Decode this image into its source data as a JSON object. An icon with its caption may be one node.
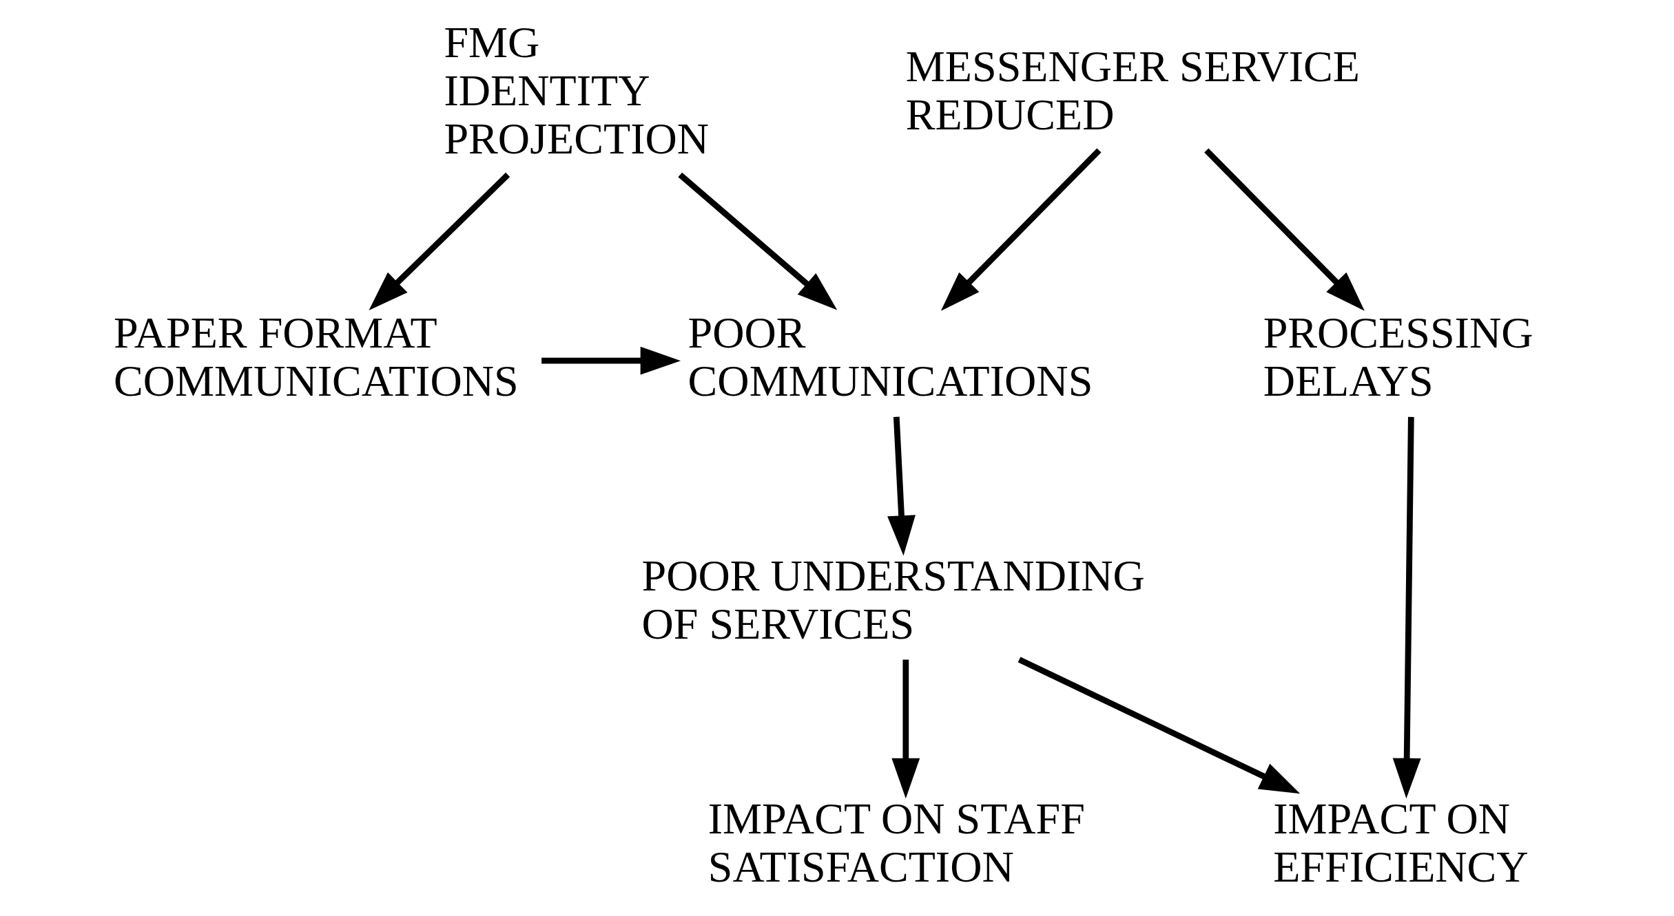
{
  "diagram": {
    "nodes": [
      {
        "text": [
          "FMG IDENTITY PROJECTION"
        ]
      },
      {
        "text": [
          "MESSENGER SERVICE REDUCED"
        ]
      },
      {
        "text": [
          "POOR COMMUNICATIONS"
        ]
      },
      {
        "text": [
          "PAPER FORMAT COMMUNICATIONS"
        ]
      },
      {
        "text": [
          "PROCESSING DELAYS"
        ]
      },
      {
        "text": [
          "POOR UNDERSTANDING OF SERVICES"
        ]
      },
      {
        "text": [
          "IMPACT ON STAFF SATISFACTION"
        ]
      },
      {
        "text": [
          "IMPACT ON EFFICIENCY"
        ]
      }
    ],
    "edges": [
      {
        "from": 0,
        "to": 2,
        "arrow": "to"
      },
      {
        "from": 0,
        "to": 3,
        "arrow": "to"
      },
      {
        "from": 1,
        "to": 2,
        "arrow": "to"
      },
      {
        "from": 1,
        "to": 4,
        "arrow": "to"
      },
      {
        "from": 3,
        "to": 2,
        "arrow": "to"
      },
      {
        "from": 2,
        "to": 5,
        "arrow": "to"
      },
      {
        "from": 5,
        "to": 6,
        "arrow": "to"
      },
      {
        "from": 5,
        "to": 7,
        "arrow": "to"
      },
      {
        "from": 4,
        "to": 7,
        "arrow": "to"
      }
    ]
  }
}
